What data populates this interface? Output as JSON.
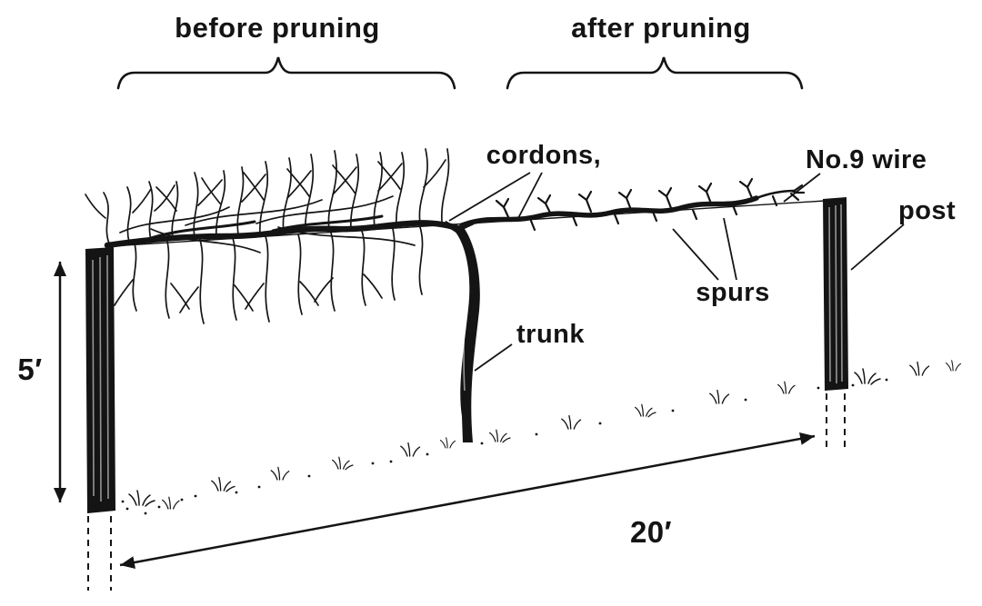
{
  "labels": {
    "before_pruning": "before pruning",
    "after_pruning": "after pruning",
    "cordons": "cordons,",
    "wire": "No.9 wire",
    "post": "post",
    "spurs": "spurs",
    "trunk": "trunk",
    "post_height": "5′",
    "row_length": "20′"
  },
  "colors": {
    "ink": "#141414",
    "background": "#ffffff"
  }
}
